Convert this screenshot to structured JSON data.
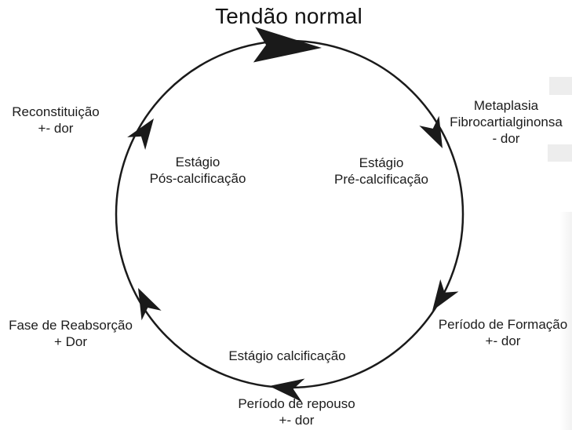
{
  "labels": {
    "title": "Tendão normal",
    "metaplasia": {
      "lines": [
        "Metaplasia",
        "Fibrocartialginonsa",
        "- dor"
      ]
    },
    "formacao": {
      "lines": [
        "Período de Formação",
        "+- dor"
      ]
    },
    "repouso": {
      "lines": [
        "Período de repouso",
        "+- dor"
      ]
    },
    "reabsorcao": {
      "lines": [
        "Fase de Reabsorção",
        "+ Dor"
      ]
    },
    "reconstituicao": {
      "lines": [
        "Reconstituição",
        "+- dor"
      ]
    },
    "estagio_pre": {
      "lines": [
        "Estágio",
        "Pré-calcificação"
      ]
    },
    "estagio_pos": {
      "lines": [
        "Estágio",
        "Pós-calcificação"
      ]
    },
    "estagio_calc": {
      "lines": [
        "Estágio calcificação"
      ]
    }
  },
  "cycle": {
    "direction": "clockwise",
    "stroke_color": "#1a1a1a",
    "arrow_color": "#1a1a1a",
    "background": "#ffffff"
  }
}
